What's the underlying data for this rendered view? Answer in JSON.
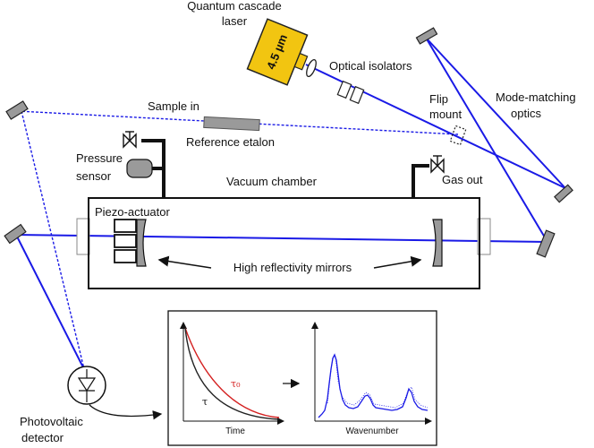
{
  "labels": {
    "laser": [
      "Quantum cascade",
      "laser"
    ],
    "laser_wavelength": "4.5 µm",
    "optical_isolators": "Optical isolators",
    "flip_mount": [
      "Flip",
      "mount"
    ],
    "mode_matching": [
      "Mode-matching",
      "optics"
    ],
    "sample_in": "Sample in",
    "reference_etalon": "Reference etalon",
    "pressure_sensor": [
      "Pressure",
      "sensor"
    ],
    "vacuum_chamber": "Vacuum chamber",
    "gas_out": "Gas out",
    "piezo_actuator": "Piezo-actuator",
    "high_reflectivity_mirrors": "High reflectivity mirrors",
    "photovoltaic_detector": [
      "Photovoltaic",
      "detector"
    ]
  },
  "inset": {
    "decay_plot": {
      "xlabel": "Time",
      "tau0": "τ₀",
      "tau": "τ"
    },
    "spectrum_plot": {
      "xlabel": "Wavenumber"
    }
  },
  "colors": {
    "beam": "#1a1ae6",
    "tau0_curve": "#d42020",
    "tau_curve": "#222222",
    "laser_body": "#f2c511",
    "mirror_fill": "#9a9a9a",
    "spectrum": "#1a1ae6"
  }
}
